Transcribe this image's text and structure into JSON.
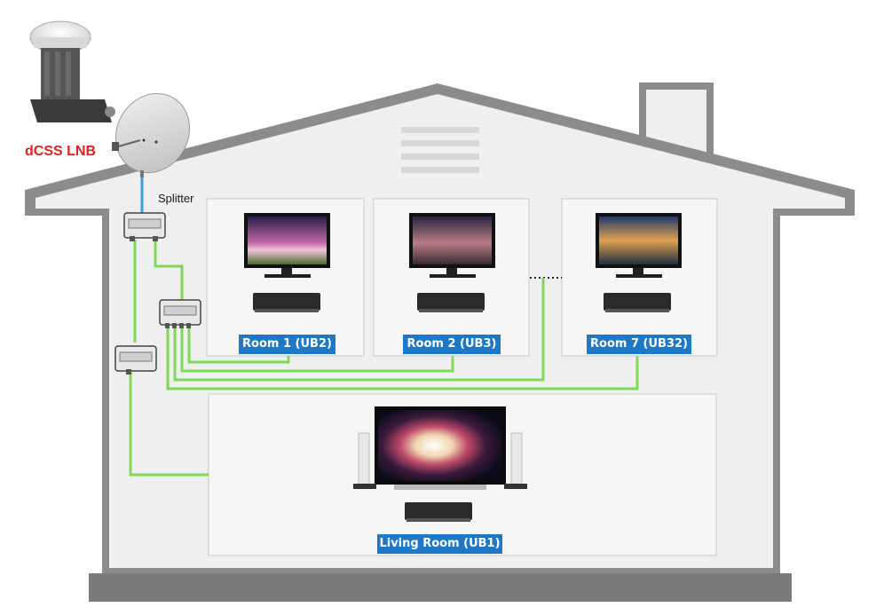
{
  "labels": {
    "lnb": "dCSS LNB",
    "splitter": "Splitter"
  },
  "rooms": [
    {
      "label": "Room 1 (UB2)"
    },
    {
      "label": "Room 2 (UB3)"
    },
    {
      "label": "Room 7 (UB32)"
    },
    {
      "label": "Living  Room (UB1)"
    }
  ],
  "colors": {
    "wall": "#8c8c8c",
    "interior": "#efefef",
    "room": "#f6f6f6",
    "cable": "#7ed957",
    "dish_cable": "#3a9ee0",
    "label_bg": "#1e78c8",
    "lnb_text": "#e0201e"
  },
  "icons": [
    "lnb-icon",
    "satellite-dish-icon",
    "splitter-icon",
    "tv-icon",
    "set-top-box-icon",
    "vent-icon"
  ]
}
